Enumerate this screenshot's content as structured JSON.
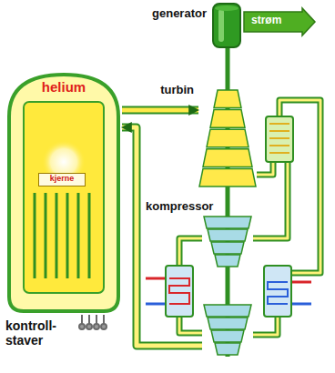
{
  "diagram": {
    "nodes": [
      {
        "text": [
          "generator"
        ]
      },
      {
        "text": [
          "strøm"
        ]
      },
      {
        "text": [
          "helium"
        ]
      },
      {
        "text": [
          "kjerne"
        ],
        "in": 2
      },
      {
        "text": [
          "turbin"
        ]
      },
      {
        "text": [
          "kompressor"
        ]
      }
    ],
    "edges": [
      {
        "from": 2,
        "to": 4,
        "arrow": "to"
      },
      {
        "from": 4,
        "to": 0,
        "arrow": "none"
      },
      {
        "from": 5,
        "to": 2,
        "arrow": "to"
      }
    ],
    "labels": [
      "kontroll- staver"
    ]
  }
}
